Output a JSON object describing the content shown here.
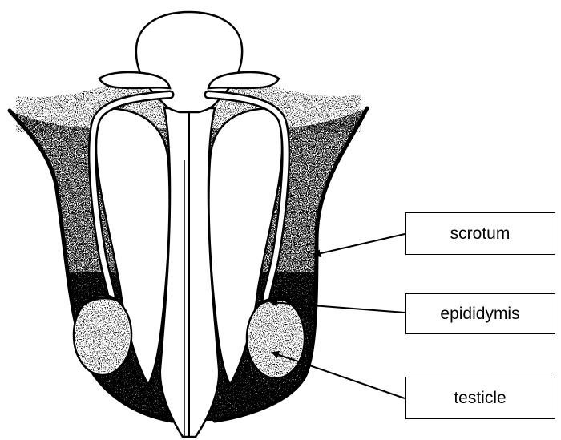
{
  "labels": {
    "scrotum": "scrotum",
    "epididymis": "epididymis",
    "testicle": "testicle"
  },
  "colors": {
    "ink": "#000000",
    "background": "#ffffff"
  }
}
